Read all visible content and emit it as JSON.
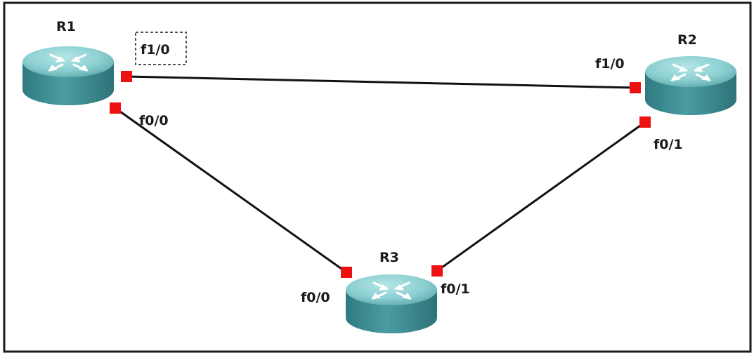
{
  "colors": {
    "router_body": "#3f8f95",
    "router_top": "#8fd0d2",
    "port": "#ee1111",
    "link": "#111111",
    "background": "#ffffff",
    "border": "#1a1a1a"
  },
  "icon": "router-icon",
  "routers": [
    {
      "id": "r1",
      "name": "R1"
    },
    {
      "id": "r2",
      "name": "R2"
    },
    {
      "id": "r3",
      "name": "R3"
    }
  ],
  "links": [
    {
      "from": "R1",
      "from_port": "f1/0",
      "to": "R2",
      "to_port": "f1/0"
    },
    {
      "from": "R1",
      "from_port": "f0/0",
      "to": "R3",
      "to_port": "f0/0"
    },
    {
      "from": "R2",
      "from_port": "f0/1",
      "to": "R3",
      "to_port": "f0/1"
    }
  ],
  "selected_label": "R1 f1/0"
}
